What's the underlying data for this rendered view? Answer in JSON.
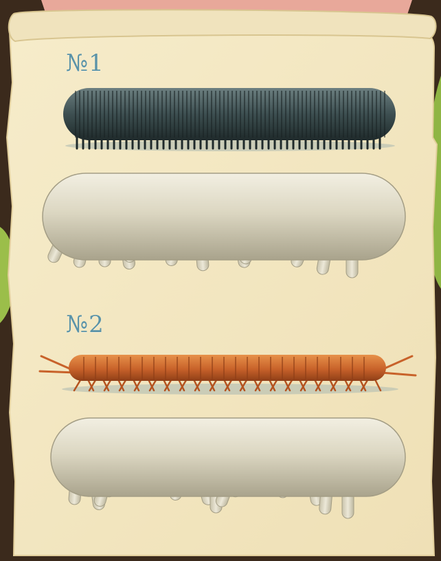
{
  "sections": [
    {
      "label": "№1",
      "creature": "millipede"
    },
    {
      "label": "№2",
      "creature": "centipede"
    }
  ],
  "colors": {
    "parchment": "#f4e8c6",
    "parchment_edge": "#e7d6a8",
    "label": "#5a93a8",
    "millipede": "#3a4a4c",
    "centipede": "#cc6a2c",
    "model": "#d7d2bd",
    "background": "#3b2a1c",
    "leaf": "#9bbe4a"
  }
}
